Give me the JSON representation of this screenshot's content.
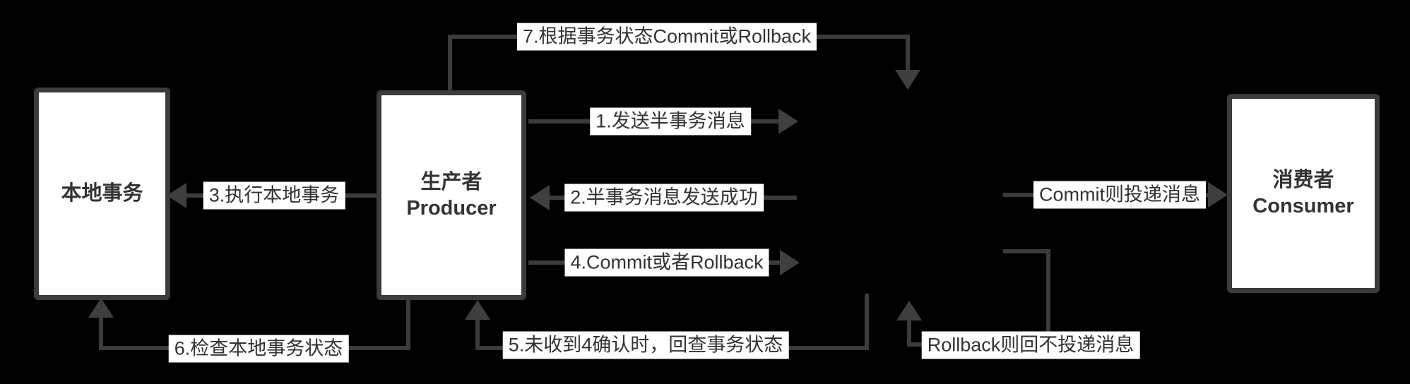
{
  "canvas": {
    "background": "#000000",
    "line_color": "#3b3b3b",
    "label_bg": "#ffffff",
    "text_color": "#333333"
  },
  "nodes": {
    "local_transaction": {
      "title": "本地事务"
    },
    "producer": {
      "title": "生产者",
      "subtitle": "Producer"
    },
    "consumer": {
      "title": "消费者",
      "subtitle": "Consumer"
    }
  },
  "edge_labels": {
    "step1": "1.发送半事务消息",
    "step2": "2.半事务消息发送成功",
    "step3": "3.执行本地事务",
    "step4": "4.Commit或者Rollback",
    "step5": "5.未收到4确认时，回查事务状态",
    "step6": "6.检查本地事务状态",
    "step7": "7.根据事务状态Commit或Rollback",
    "commit_note": "Commit则投递消息",
    "rollback_note": "Rollback则回不投递消息"
  }
}
